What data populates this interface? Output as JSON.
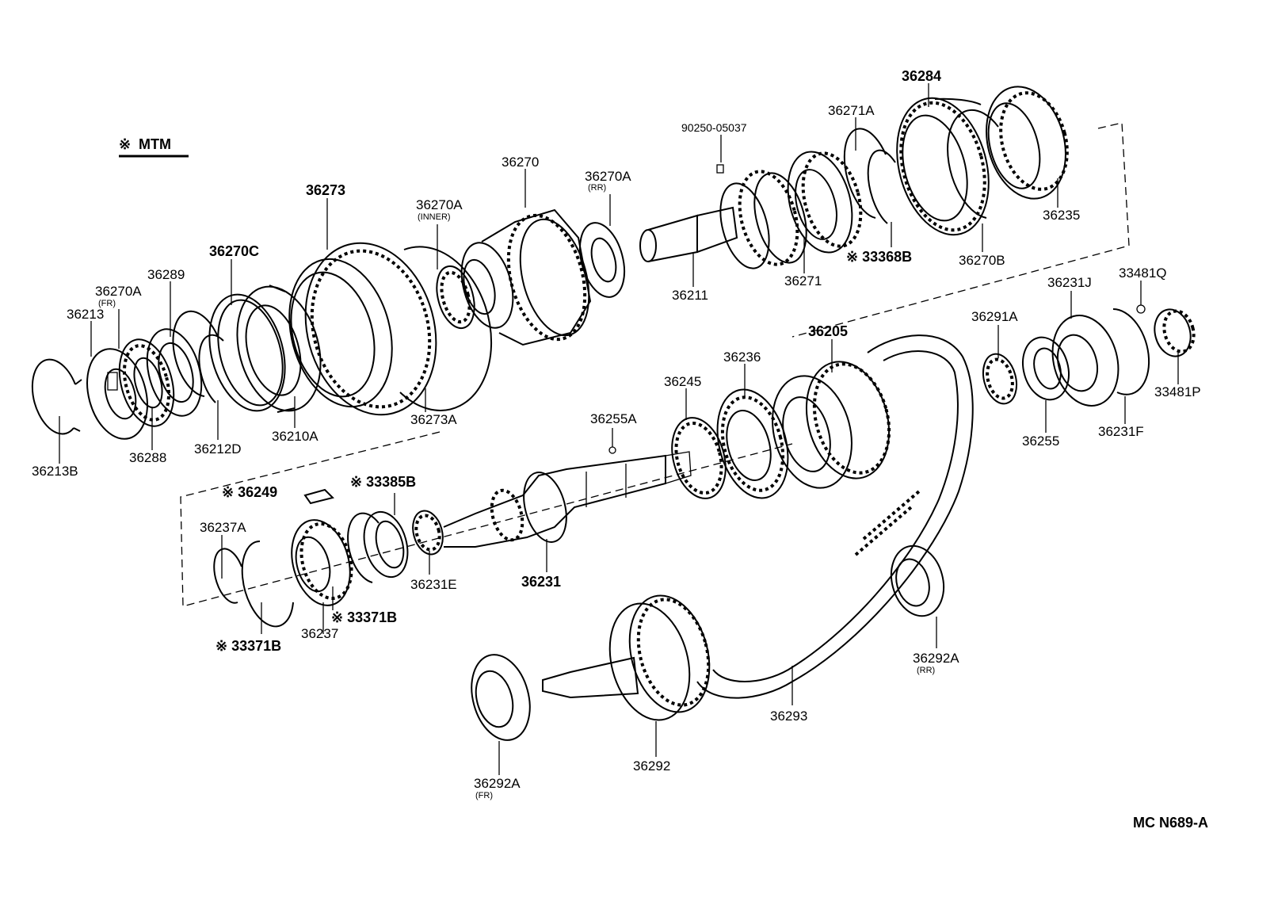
{
  "legend": {
    "mark": "※",
    "text": "MTM"
  },
  "diagram_code": "MC N689-A",
  "parts": [
    {
      "id": "p36284",
      "num": "36284",
      "sub": ""
    },
    {
      "id": "p36271A",
      "num": "36271A",
      "sub": ""
    },
    {
      "id": "p90250",
      "num": "90250-05037",
      "sub": ""
    },
    {
      "id": "p36270",
      "num": "36270",
      "sub": ""
    },
    {
      "id": "p36270A_rr",
      "num": "36270A",
      "sub": "(RR)"
    },
    {
      "id": "p36273",
      "num": "36273",
      "sub": ""
    },
    {
      "id": "p36270A_inner",
      "num": "36270A",
      "sub": "(INNER)"
    },
    {
      "id": "p36270C",
      "num": "36270C",
      "sub": ""
    },
    {
      "id": "p36289",
      "num": "36289",
      "sub": ""
    },
    {
      "id": "p36270A_fr",
      "num": "36270A",
      "sub": "(FR)"
    },
    {
      "id": "p36213",
      "num": "36213",
      "sub": ""
    },
    {
      "id": "p36235",
      "num": "36235",
      "sub": ""
    },
    {
      "id": "p33368B",
      "num": "※ 33368B",
      "sub": ""
    },
    {
      "id": "p36270B",
      "num": "36270B",
      "sub": ""
    },
    {
      "id": "p36271",
      "num": "36271",
      "sub": ""
    },
    {
      "id": "p36211",
      "num": "36211",
      "sub": ""
    },
    {
      "id": "p36231J",
      "num": "36231J",
      "sub": ""
    },
    {
      "id": "p33481Q",
      "num": "33481Q",
      "sub": ""
    },
    {
      "id": "p36291A",
      "num": "36291A",
      "sub": ""
    },
    {
      "id": "p36205",
      "num": "36205",
      "sub": ""
    },
    {
      "id": "p36236",
      "num": "36236",
      "sub": ""
    },
    {
      "id": "p36245",
      "num": "36245",
      "sub": ""
    },
    {
      "id": "p33481P",
      "num": "33481P",
      "sub": ""
    },
    {
      "id": "p36231F",
      "num": "36231F",
      "sub": ""
    },
    {
      "id": "p36255",
      "num": "36255",
      "sub": ""
    },
    {
      "id": "p36255A",
      "num": "36255A",
      "sub": ""
    },
    {
      "id": "p36213B",
      "num": "36213B",
      "sub": ""
    },
    {
      "id": "p36288",
      "num": "36288",
      "sub": ""
    },
    {
      "id": "p36212D",
      "num": "36212D",
      "sub": ""
    },
    {
      "id": "p36210A",
      "num": "36210A",
      "sub": ""
    },
    {
      "id": "p36273A",
      "num": "36273A",
      "sub": ""
    },
    {
      "id": "p36249",
      "num": "※ 36249",
      "sub": ""
    },
    {
      "id": "p33385B",
      "num": "※ 33385B",
      "sub": ""
    },
    {
      "id": "p36237A",
      "num": "36237A",
      "sub": ""
    },
    {
      "id": "p36231E",
      "num": "36231E",
      "sub": ""
    },
    {
      "id": "p36231",
      "num": "36231",
      "sub": ""
    },
    {
      "id": "p33371B_a",
      "num": "※ 33371B",
      "sub": ""
    },
    {
      "id": "p36237",
      "num": "36237",
      "sub": ""
    },
    {
      "id": "p33371B_b",
      "num": "※ 33371B",
      "sub": ""
    },
    {
      "id": "p36292A_rr",
      "num": "36292A",
      "sub": "(RR)"
    },
    {
      "id": "p36293",
      "num": "36293",
      "sub": ""
    },
    {
      "id": "p36292",
      "num": "36292",
      "sub": ""
    },
    {
      "id": "p36292A_fr",
      "num": "36292A",
      "sub": "(FR)"
    }
  ]
}
